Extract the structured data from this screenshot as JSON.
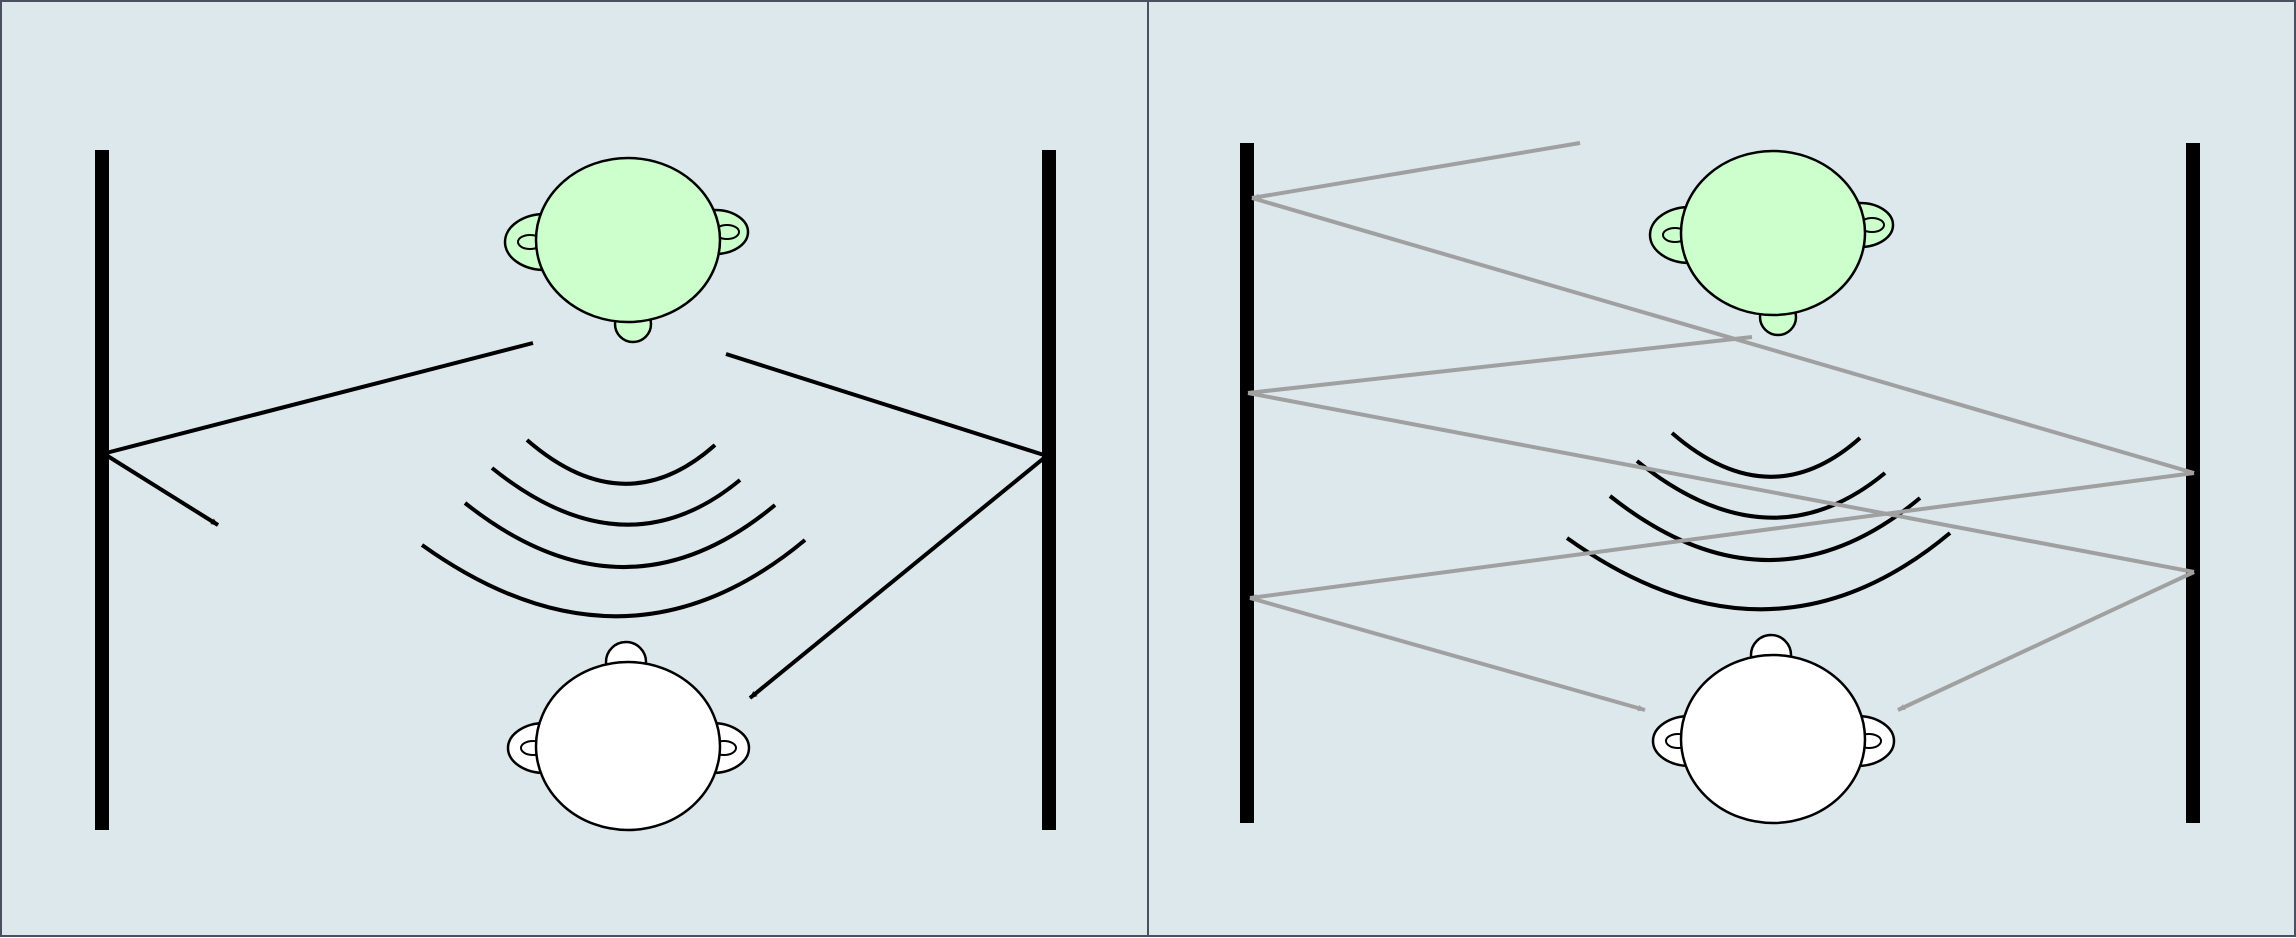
{
  "colors": {
    "background": "#dde8ec",
    "frame": "#4a5060",
    "wall": "#000000",
    "direct_path": "#000000",
    "reflection_path": "#a0a0a0",
    "speaker_head": "#ccffcc",
    "listener_head": "#ffffff",
    "outline": "#000000"
  },
  "icons": {
    "speaker": "head-top-view-icon",
    "listener": "head-top-view-icon",
    "sound_waves": "sound-wave-arcs-icon"
  },
  "panels": [
    {
      "name": "first-order-reflections",
      "walls": [
        "left",
        "right"
      ],
      "direct_paths": 2,
      "reflection_paths": 0,
      "wave_arcs": 4
    },
    {
      "name": "multiple-reflections",
      "walls": [
        "left",
        "right"
      ],
      "direct_paths": 0,
      "reflection_paths": 7,
      "wave_arcs": 4
    }
  ]
}
